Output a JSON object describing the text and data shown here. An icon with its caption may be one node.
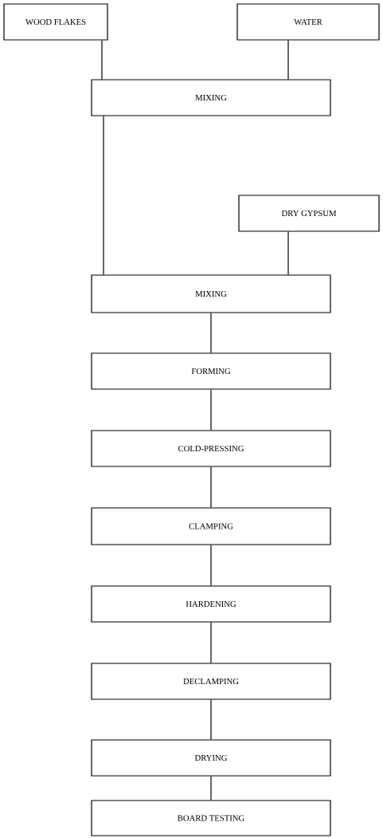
{
  "diagram": {
    "nodes": [
      {
        "text": [
          "WOOD FLAKES"
        ]
      },
      {
        "text": [
          "WATER"
        ]
      },
      {
        "text": [
          "MIXING"
        ]
      },
      {
        "text": [
          "DRY GYPSUM"
        ]
      },
      {
        "text": [
          "MIXING"
        ]
      },
      {
        "text": [
          "FORMING"
        ]
      },
      {
        "text": [
          "COLD-PRESSING"
        ]
      },
      {
        "text": [
          "CLAMPING"
        ]
      },
      {
        "text": [
          "HARDENING"
        ]
      },
      {
        "text": [
          "DECLAMPING"
        ]
      },
      {
        "text": [
          "DRYING"
        ]
      },
      {
        "text": [
          "BOARD TESTING"
        ]
      }
    ],
    "edges": [
      {
        "from": 0,
        "to": 2,
        "arrow": "none"
      },
      {
        "from": 1,
        "to": 2,
        "arrow": "none"
      },
      {
        "from": 2,
        "to": 4,
        "arrow": "none"
      },
      {
        "from": 3,
        "to": 4,
        "arrow": "none"
      },
      {
        "from": 4,
        "to": 5,
        "arrow": "none"
      },
      {
        "from": 5,
        "to": 6,
        "arrow": "none"
      },
      {
        "from": 6,
        "to": 7,
        "arrow": "none"
      },
      {
        "from": 7,
        "to": 8,
        "arrow": "none"
      },
      {
        "from": 8,
        "to": 9,
        "arrow": "none"
      },
      {
        "from": 9,
        "to": 10,
        "arrow": "none"
      },
      {
        "from": 10,
        "to": 11,
        "arrow": "none"
      }
    ]
  }
}
